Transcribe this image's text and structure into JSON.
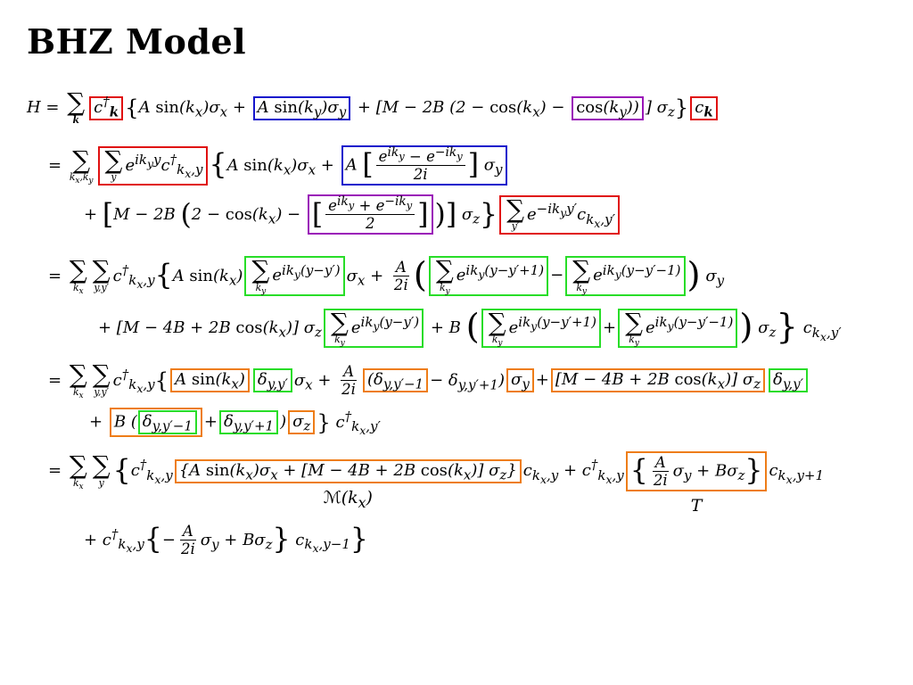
{
  "slide": {
    "title": "BHZ Model"
  },
  "colors": {
    "red": "#e01010",
    "blue": "#1515cc",
    "purple": "#9a15b8",
    "green": "#28dd28",
    "orange": "#ee7d18",
    "text": "#000000",
    "background": "#ffffff"
  },
  "equation_lines": [
    {
      "name": "eq-line-1",
      "indent": 0,
      "gap": 22,
      "segments": [
        {
          "name": "hamiltonian-lhs-sum-k",
          "html": "H = <span class='sum'><span class='sg'>∑</span><span class='lm'><b>k</b></span></span>"
        },
        {
          "name": "creation-op-k-box",
          "box": "red",
          "html": "c<sup>†</sup><sub><b>k</b></sub>"
        },
        {
          "name": "sin-kx-term",
          "html": "<span class='big'>{</span>A<span class='rm'> sin</span>(k<sub>x</sub>)σ<sub>x</sub> + "
        },
        {
          "name": "sin-ky-term-box",
          "box": "blue",
          "html": "A<span class='rm'> sin</span>(k<sub>y</sub>)σ<sub>y</sub>"
        },
        {
          "name": "mass-term-open",
          "html": " + [M − 2B (2 − <span class='rm'>cos</span>(k<sub>x</sub>) − "
        },
        {
          "name": "cos-ky-box",
          "box": "purple",
          "html": "<span class='rm'>cos</span>(k<sub>y</sub>))"
        },
        {
          "name": "mass-term-close",
          "html": "] σ<sub>z</sub><span class='big'>}</span>"
        },
        {
          "name": "annihilation-op-k-box",
          "box": "red",
          "html": "c<sub><b>k</b></sub>"
        }
      ]
    },
    {
      "name": "eq-line-2",
      "indent": 24,
      "gap": 8,
      "segments": [
        {
          "name": "sum-kx-ky",
          "html": "= <span class='sum'><span class='sg'>∑</span><span class='lm'>k<sub>x</sub>,k<sub>y</sub></span></span>"
        },
        {
          "name": "fourier-creation-box",
          "box": "red",
          "html": "<span class='sum'><span class='sg'>∑</span><span class='lm'>y</span></span>e<sup>ik<sub>y</sub>y</sup>c<sup>†</sup><sub>k<sub>x</sub>,y</sub>"
        },
        {
          "name": "sin-kx-term-2",
          "html": "<span class='Big'>{</span>A<span class='rm'> sin</span>(k<sub>x</sub>)σ<sub>x</sub> + "
        },
        {
          "name": "sin-ky-exponential-box",
          "box": "blue",
          "html": "A <span class='Big'>[</span><span class='frac'><span class='nu'>e<sup>ik<sub>y</sub></sup> − e<sup>−ik<sub>y</sub></sup></span><span class='de'>2i</span></span><span class='Big'>]</span> σ<sub>y</sub>"
        }
      ]
    },
    {
      "name": "eq-line-3",
      "indent": 64,
      "gap": 22,
      "segments": [
        {
          "name": "mass-term-open-2",
          "html": "+ <span class='Big'>[</span>M − 2B <span class='Big'>(</span>2 − <span class='rm'>cos</span>(k<sub>x</sub>) − "
        },
        {
          "name": "cos-ky-exponential-box",
          "box": "purple",
          "html": "<span class='Big'>[</span><span class='frac'><span class='nu'>e<sup>ik<sub>y</sub></sup> + e<sup>−ik<sub>y</sub></sup></span><span class='de'>2</span></span><span class='Big'>]</span>"
        },
        {
          "name": "mass-term-close-2",
          "html": "<span class='Big'>)</span><span class='Big'>]</span> σ<sub>z</sub><span class='Big'>}</span>"
        },
        {
          "name": "fourier-annihilation-box",
          "box": "red",
          "html": "<span class='sum'><span class='sg'>∑</span><span class='lm'>y′</span></span>e<sup>−ik<sub>y</sub>y′</sup>c<sub>k<sub>x</sub>,y′</sub>"
        }
      ]
    },
    {
      "name": "eq-line-4",
      "indent": 24,
      "gap": 12,
      "segments": [
        {
          "name": "sum-kx-yyprime",
          "html": "= <span class='sum'><span class='sg'>∑</span><span class='lm'>k<sub>x</sub></span></span><span class='sum'><span class='sg'>∑</span><span class='lm'>y,y′</span></span>c<sup>†</sup><sub>k<sub>x</sub>,y</sub><span class='Big'>{</span>A<span class='rm'> sin</span>(k<sub>x</sub>)"
        },
        {
          "name": "kronecker-sum-box-1",
          "box": "green",
          "html": "<span class='sum'><span class='sg'>∑</span><span class='lm'>k<sub>y</sub></span></span>e<sup>ik<sub>y</sub>(y−y′)</sup>"
        },
        {
          "name": "sigma-x-plus-frac",
          "html": "σ<sub>x</sub> + <span class='frac'><span class='nu'>A</span><span class='de'>2i</span></span><span class='bigg'>(</span>"
        },
        {
          "name": "kronecker-sum-box-2",
          "box": "green",
          "html": "<span class='sum'><span class='sg'>∑</span><span class='lm'>k<sub>y</sub></span></span>e<sup>ik<sub>y</sub>(y−y′+1)</sup>"
        },
        {
          "name": "minus-sign",
          "html": "−"
        },
        {
          "name": "kronecker-sum-box-3",
          "box": "green",
          "html": "<span class='sum'><span class='sg'>∑</span><span class='lm'>k<sub>y</sub></span></span>e<sup>ik<sub>y</sub>(y−y′−1)</sup>"
        },
        {
          "name": "close-sigma-y",
          "html": "<span class='bigg'>)</span> σ<sub>y</sub>"
        }
      ]
    },
    {
      "name": "eq-line-5",
      "indent": 80,
      "gap": 16,
      "segments": [
        {
          "name": "mass-term-3",
          "html": "+ [M − 4B + 2B<span class='rm'> cos</span>(k<sub>x</sub>)] σ<sub>z</sub>"
        },
        {
          "name": "kronecker-sum-box-4",
          "box": "green",
          "html": "<span class='sum'><span class='sg'>∑</span><span class='lm'>k<sub>y</sub></span></span>e<sup>ik<sub>y</sub>(y−y′)</sup>"
        },
        {
          "name": "plus-B-open",
          "html": " + B <span class='bigg'>(</span>"
        },
        {
          "name": "kronecker-sum-box-5",
          "box": "green",
          "html": "<span class='sum'><span class='sg'>∑</span><span class='lm'>k<sub>y</sub></span></span>e<sup>ik<sub>y</sub>(y−y′+1)</sup>"
        },
        {
          "name": "plus-sign",
          "html": "+"
        },
        {
          "name": "kronecker-sum-box-6",
          "box": "green",
          "html": "<span class='sum'><span class='sg'>∑</span><span class='lm'>k<sub>y</sub></span></span>e<sup>ik<sub>y</sub>(y−y′−1)</sup>"
        },
        {
          "name": "close-sigma-z-annihilation",
          "html": "<span class='bigg'>)</span> σ<sub>z</sub><span class='bigg'>}</span> c<sub>k<sub>x</sub>,y′</sub>"
        }
      ]
    },
    {
      "name": "eq-line-6",
      "indent": 24,
      "gap": 10,
      "segments": [
        {
          "name": "sum-kx-yyprime-2",
          "html": "= <span class='sum'><span class='sg'>∑</span><span class='lm'>k<sub>x</sub></span></span><span class='sum'><span class='sg'>∑</span><span class='lm'>y,y′</span></span>c<sup>†</sup><sub>k<sub>x</sub>,y</sub><span class='big'>{</span>"
        },
        {
          "name": "A-sin-kx-box",
          "box": "orange",
          "html": "A<span class='rm'> sin</span>(k<sub>x</sub>)"
        },
        {
          "name": "delta-yy-box-1",
          "box": "green",
          "html": "δ<sub>y,y′</sub>"
        },
        {
          "name": "sigma-x-frac",
          "html": "σ<sub>x</sub> + <span class='frac'><span class='nu'>A</span><span class='de'>2i</span></span>"
        },
        {
          "name": "delta-minus-box",
          "box": "orange",
          "html": "(δ<sub>y,y′−1</sub>"
        },
        {
          "name": "minus-delta-plus",
          "html": "− δ<sub>y,y′+1</sub>)"
        },
        {
          "name": "sigma-y-box",
          "box": "orange",
          "html": "σ<sub>y</sub>"
        },
        {
          "name": "plus-sign-2",
          "html": "+"
        },
        {
          "name": "mass-sigma-z-box",
          "box": "orange",
          "html": "[M − 4B + 2B<span class='rm'> cos</span>(k<sub>x</sub>)] σ<sub>z</sub>"
        },
        {
          "name": "delta-yy-box-2",
          "box": "green",
          "html": "δ<sub>y,y′</sub>"
        }
      ]
    },
    {
      "name": "eq-line-7",
      "indent": 70,
      "gap": 14,
      "segments": [
        {
          "name": "plus-sign-3",
          "html": "+ "
        },
        {
          "name": "B-delta-box",
          "box": "orange",
          "html": "B (<span class='bx green'>δ<sub>y,y′−1</sub></span>"
        },
        {
          "name": "plus-sign-4",
          "html": "+"
        },
        {
          "name": "delta-plus-box",
          "box": "green",
          "html": "δ<sub>y,y′+1</sub>"
        },
        {
          "name": "close-paren",
          "html": ")"
        },
        {
          "name": "sigma-z-box",
          "box": "orange",
          "html": "σ<sub>z</sub>"
        },
        {
          "name": "close-brace-creation",
          "html": "<span class='big'>}</span> c<sup>†</sup><sub>k<sub>x</sub>,y′</sub>"
        }
      ]
    },
    {
      "name": "eq-line-8",
      "indent": 24,
      "gap": 34,
      "segments": [
        {
          "name": "sum-kx-y",
          "html": "= <span class='sum'><span class='sg'>∑</span><span class='lm'>k<sub>x</sub></span></span><span class='sum'><span class='sg'>∑</span><span class='lm'>y</span></span><span class='Big'>{</span>c<sup>†</sup><sub>k<sub>x</sub>,y</sub>"
        },
        {
          "name": "onsite-matrix-box",
          "box": "orange",
          "html": "{A<span class='rm'> sin</span>(k<sub>x</sub>)σ<sub>x</sub> + [M − 4B + 2B<span class='rm'> cos</span>(k<sub>x</sub>)] σ<sub>z</sub>}",
          "ann": {
            "name": "label-M-kx",
            "html": "ℳ(k<sub>x</sub>)"
          }
        },
        {
          "name": "annihilation-plus-creation",
          "html": "c<sub>k<sub>x</sub>,y</sub> + c<sup>†</sup><sub>k<sub>x</sub>,y</sub>"
        },
        {
          "name": "hopping-matrix-box",
          "box": "orange",
          "html": "<span class='Big'>{</span><span class='frac'><span class='nu'>A</span><span class='de'>2i</span></span>σ<sub>y</sub> + Bσ<sub>z</sub><span class='Big'>}</span>",
          "ann": {
            "name": "label-T",
            "html": "<i>T</i>"
          }
        },
        {
          "name": "annihilation-y-plus-1",
          "html": "c<sub>k<sub>x</sub>,y+1</sub>"
        }
      ]
    },
    {
      "name": "eq-line-9",
      "indent": 64,
      "gap": 0,
      "segments": [
        {
          "name": "conjugate-hopping-term",
          "html": "+ c<sup>†</sup><sub>k<sub>x</sub>,y</sub><span class='Big'>{</span>−<span class='frac'><span class='nu'>A</span><span class='de'>2i</span></span>σ<sub>y</sub> + Bσ<sub>z</sub><span class='Big'>}</span> c<sub>k<sub>x</sub>,y−1</sub><span class='Big'>}</span>"
        }
      ]
    }
  ]
}
